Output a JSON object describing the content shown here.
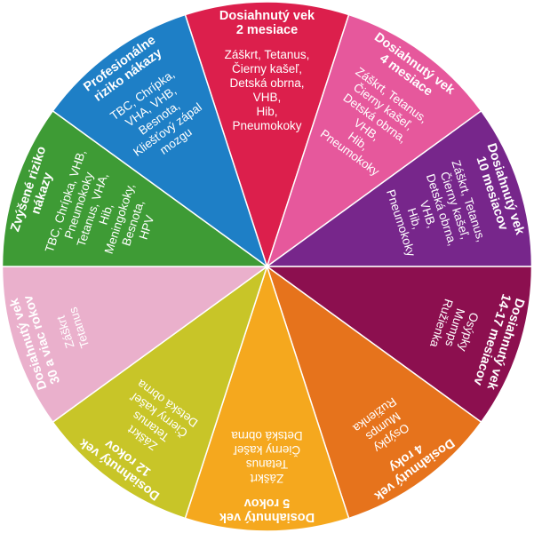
{
  "wheel": {
    "segments": [
      {
        "id": "2m",
        "color": "#dc1f4c",
        "title": [
          "Dosiahnutý vek",
          "2 mesiace"
        ],
        "body": [
          "Záškrt, Tetanus,",
          "Čierny kašeľ,",
          "Detská obrna,",
          "VHB,",
          "Hib,",
          "Pneumokoky"
        ]
      },
      {
        "id": "4m",
        "color": "#e6589c",
        "title": [
          "Dosiahnutý vek",
          "4 mesiace"
        ],
        "body": [
          "Záškrt, Tetanus,",
          "Čierny kašeľ,",
          "Detská obrna,",
          "VHB,",
          "Hib,",
          "Pneumokoky"
        ]
      },
      {
        "id": "10m",
        "color": "#77268b",
        "title": [
          "Dosiahnutý vek",
          "10 mesiacov"
        ],
        "body": [
          "Záškrt, Tetanus,",
          "Čierny kašeľ,",
          "Detská obrna,",
          "VHB,",
          "Hib,",
          "Pneumokoky"
        ]
      },
      {
        "id": "14m",
        "color": "#8c0f4f",
        "title": [
          "Dosiahnutý vek",
          "14-17 mesiacov"
        ],
        "body": [
          "Osýpky",
          "Mumps",
          "Ružienka"
        ]
      },
      {
        "id": "4y",
        "color": "#e6731c",
        "title": [
          "Dosiahnutý vek",
          "4 roky"
        ],
        "body": [
          "Osýpky",
          "Mumps",
          "Ružienka"
        ]
      },
      {
        "id": "5y",
        "color": "#f5a81e",
        "title": [
          "Dosiahnutý vek",
          "5 rokov"
        ],
        "body": [
          "Záškrt",
          "Tetanus",
          "Čierny kašeľ",
          "Detská obrna"
        ]
      },
      {
        "id": "12y",
        "color": "#c8c528",
        "title": [
          "Dosiahnutý vek",
          "12 rokov"
        ],
        "body": [
          "Záškrt",
          "Tetanus",
          "Čierny kašeľ",
          "Detská obrna"
        ]
      },
      {
        "id": "30y",
        "color": "#eab0cc",
        "title": [
          "Dosiahnutý vek",
          "30 a viac rokov"
        ],
        "body": [
          "Záškrt",
          "Tetanus"
        ]
      },
      {
        "id": "risk",
        "color": "#3e9b35",
        "title": [
          "Zvýšené riziko",
          "nákazy"
        ],
        "body": [
          "TBC, Chrípka, VHB,",
          "Pneumokoky",
          "Tetanus, VHA,",
          "Hib,",
          "Meningokoky,",
          "Besnota,",
          "HPV"
        ]
      },
      {
        "id": "prof",
        "color": "#1e7fc6",
        "title": [
          "Profesionálne",
          "riziko nákazy"
        ],
        "body": [
          "TBC, Chrípka,",
          "VHA, VHB,",
          "Besnota,",
          "Kliešťový zápal",
          "mozgu"
        ]
      }
    ]
  }
}
